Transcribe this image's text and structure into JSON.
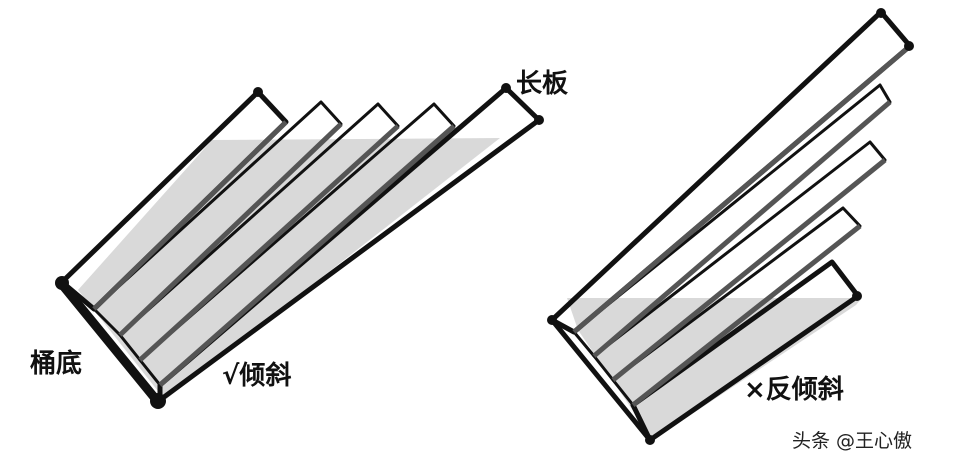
{
  "left_barrel": {
    "label_long_plank": "长板",
    "label_bottom": "桶底",
    "label_verdict": "√倾斜"
  },
  "right_barrel": {
    "label_verdict": "×反倾斜"
  },
  "watermark": "头条 @王心傲",
  "colors": {
    "outline": "#111111",
    "water": "#d9d9d9",
    "background": "#ffffff"
  }
}
